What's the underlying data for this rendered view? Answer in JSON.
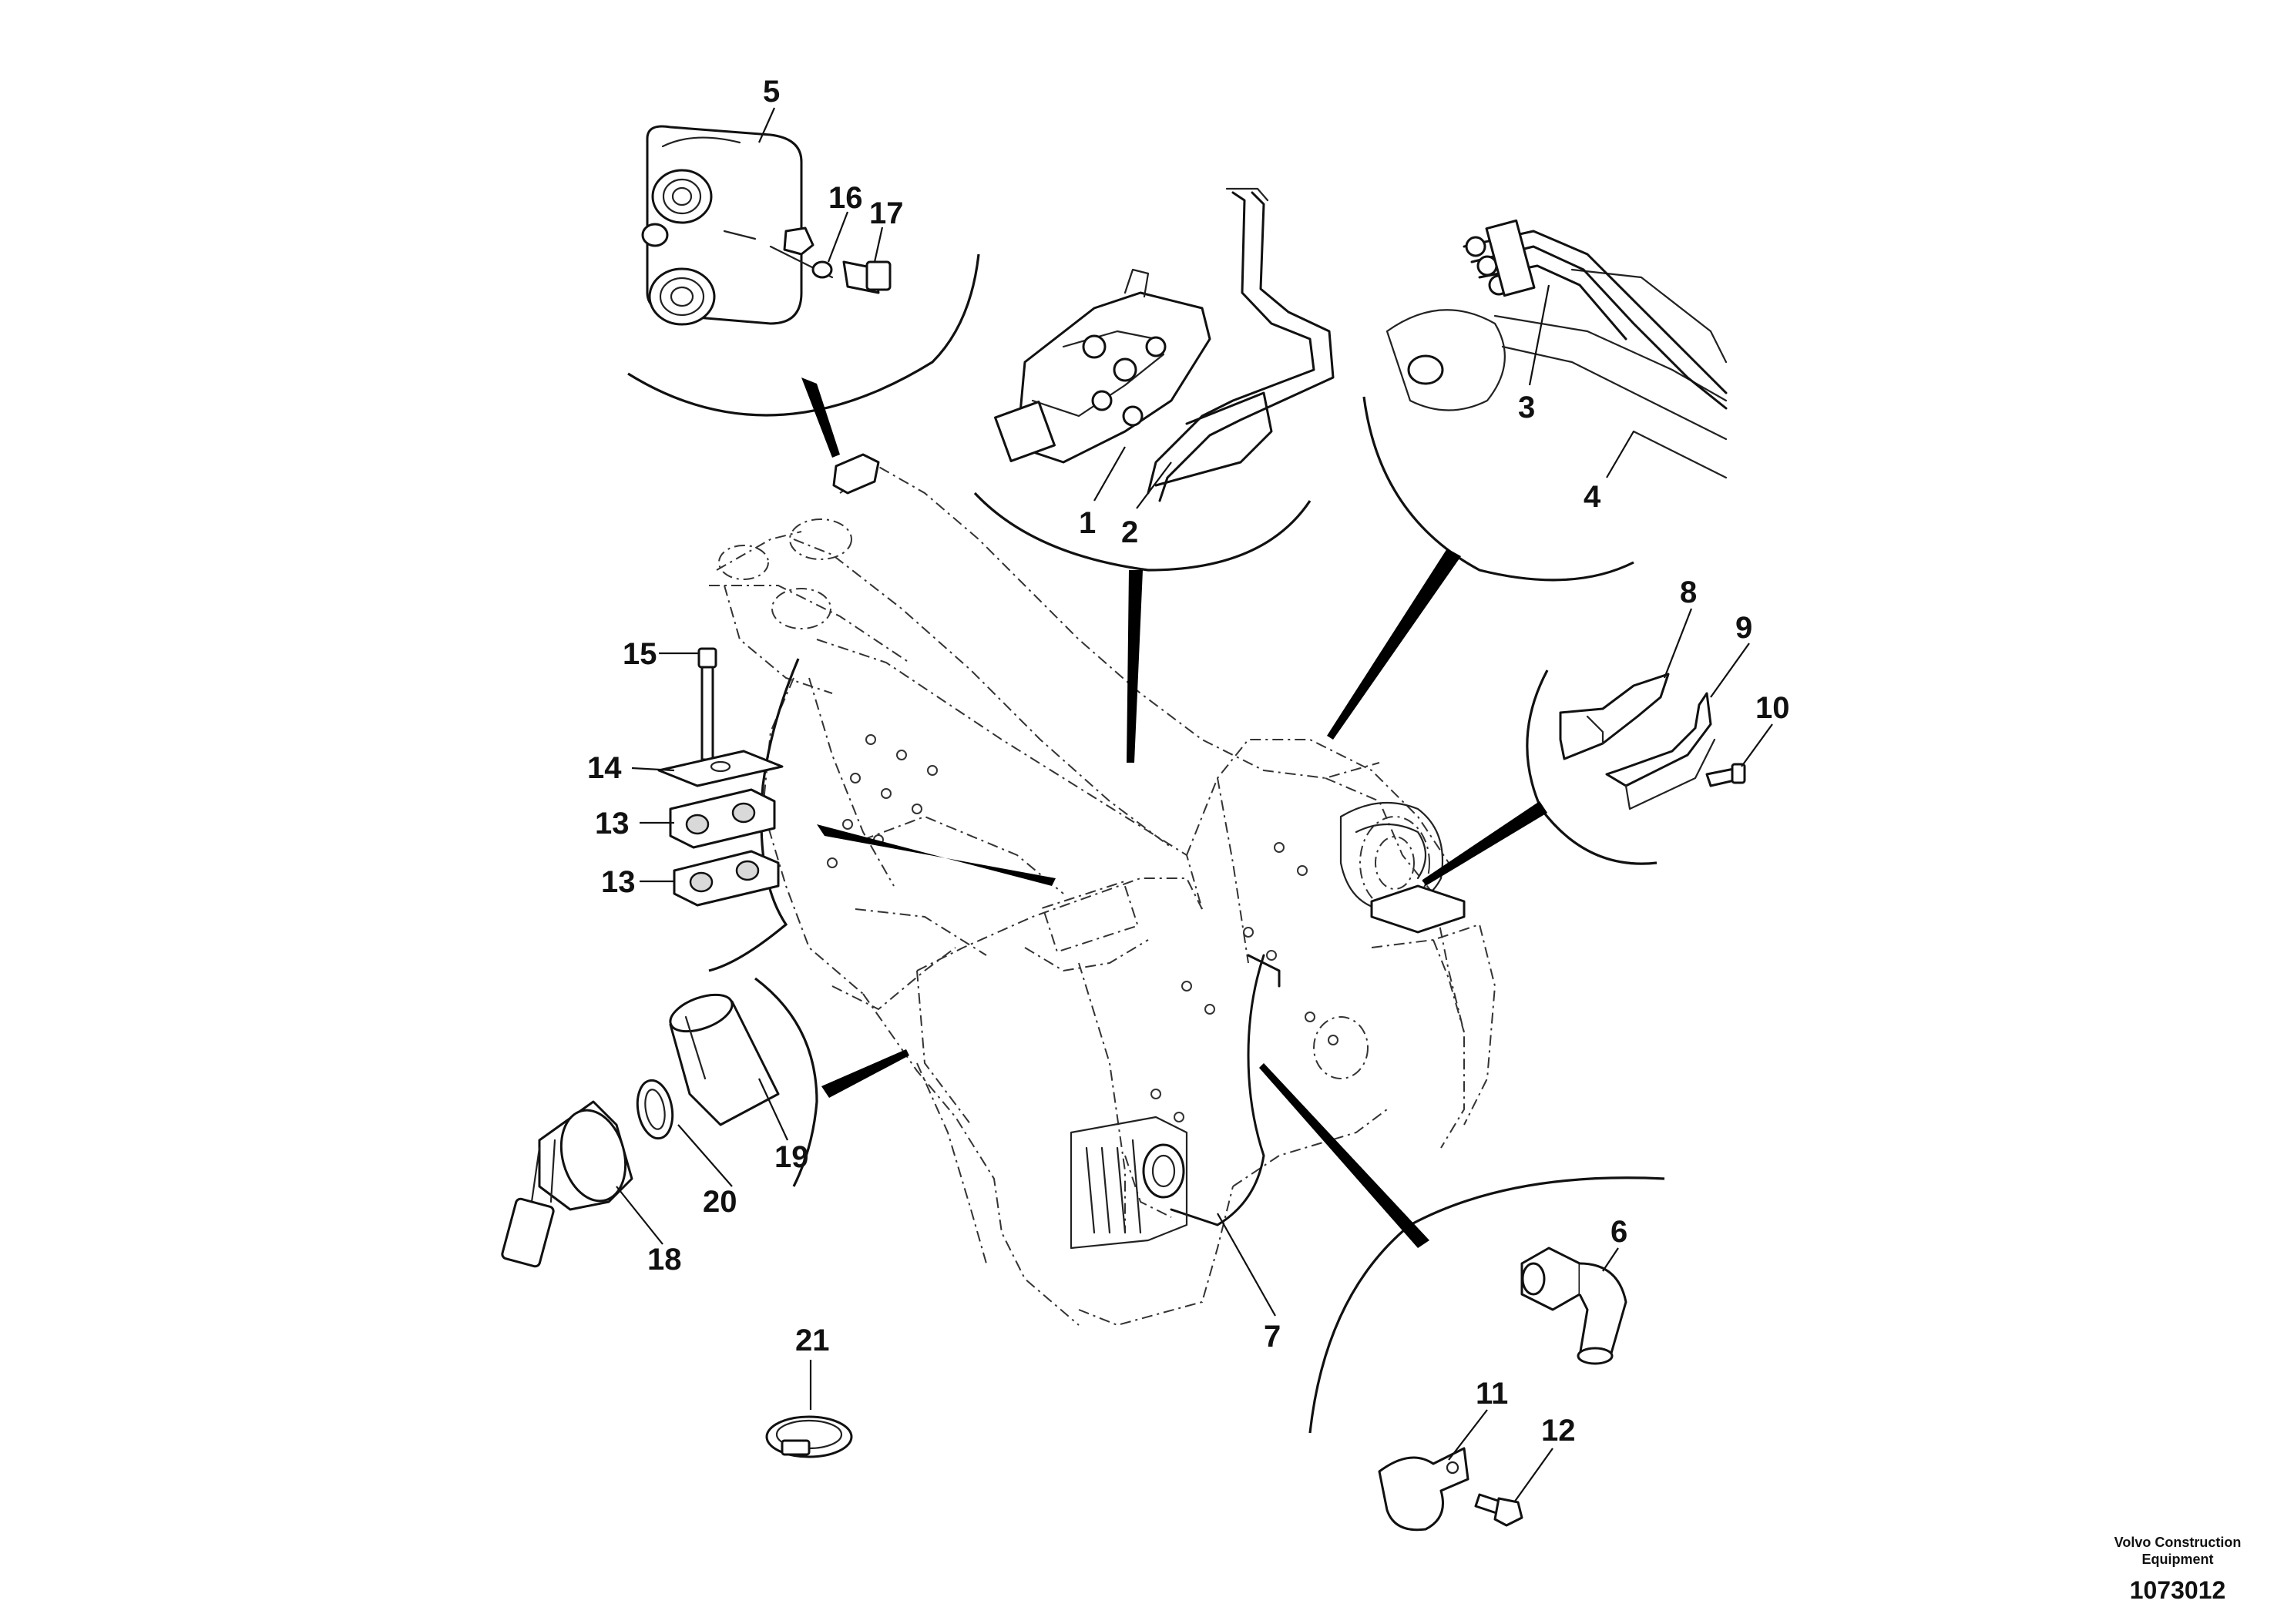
{
  "diagram": {
    "callouts": [
      "1",
      "2",
      "3",
      "4",
      "5",
      "6",
      "7",
      "8",
      "9",
      "10",
      "11",
      "12",
      "13",
      "13",
      "14",
      "15",
      "16",
      "17",
      "18",
      "19",
      "20",
      "21"
    ],
    "company_line1": "Volvo Construction",
    "company_line2": "Equipment",
    "drawing_number": "1073012"
  }
}
